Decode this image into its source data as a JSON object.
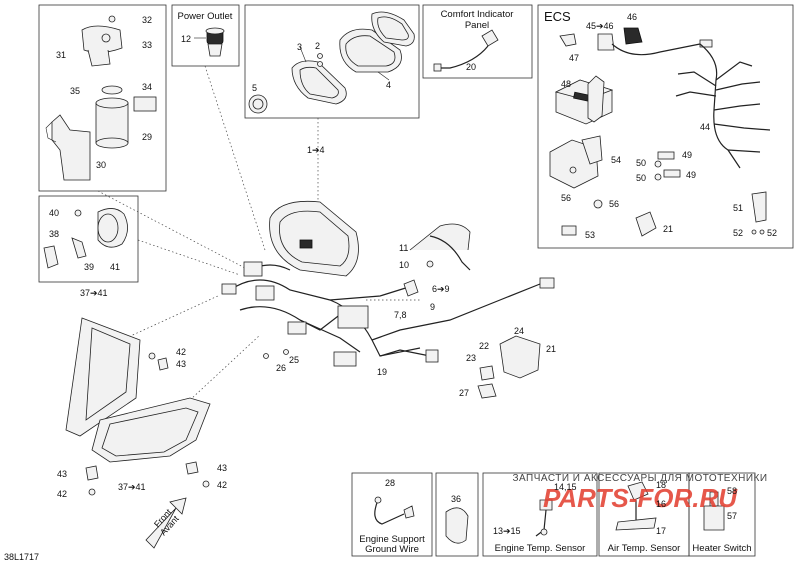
{
  "titles": {
    "power_outlet": "Power Outlet",
    "comfort_1": "Comfort Indicator",
    "comfort_2": "Panel",
    "ecs": "ECS",
    "engine_support_1": "Engine Support",
    "engine_support_2": "Ground Wire",
    "engine_temp": "Engine Temp. Sensor",
    "air_temp": "Air Temp. Sensor",
    "heater_switch": "Heater Switch"
  },
  "labels": {
    "l32": "32",
    "l33": "33",
    "l31": "31",
    "l35": "35",
    "l34": "34",
    "l29": "29",
    "l30": "30",
    "l12": "12",
    "l3": "3",
    "l2": "2",
    "l5": "5",
    "l4": "4",
    "l20": "20",
    "l45_46": "45➔46",
    "l46": "46",
    "l47": "47",
    "l48": "48",
    "l44": "44",
    "l54": "54",
    "l49a": "49",
    "l49b": "49",
    "l50a": "50",
    "l50b": "50",
    "l56a": "56",
    "l56b": "56",
    "l51": "51",
    "l53": "53",
    "l21a": "21",
    "l52a": "52",
    "l52b": "52",
    "l40": "40",
    "l38": "38",
    "l39": "39",
    "l41": "41",
    "l1_4": "1➔4",
    "l11": "11",
    "l10": "10",
    "l6_9": "6➔9",
    "l7_8": "7,8",
    "l9": "9",
    "l37_41a": "37➔41",
    "l42a": "42",
    "l43a": "43",
    "l25": "25",
    "l26": "26",
    "l19": "19",
    "l24": "24",
    "l21b": "21",
    "l22": "22",
    "l23": "23",
    "l27": "27",
    "l43b": "43",
    "l42b": "42",
    "l37_41b": "37➔41",
    "l43c": "43",
    "l42c": "42",
    "l28": "28",
    "l36": "36",
    "l14_15": "14,15",
    "l13_15": "13➔15",
    "l18": "18",
    "l16": "16",
    "l17": "17",
    "l58": "58",
    "l57": "57"
  },
  "front_arrow": {
    "front": "Front",
    "avant": "Avant"
  },
  "watermark": {
    "line1": "ЗАПЧАСТИ И АКСЕССУАРЫ ДЛЯ МОТОТЕХНИКИ",
    "line2": "PARTS-FOR.RU"
  },
  "code": "38L1717"
}
